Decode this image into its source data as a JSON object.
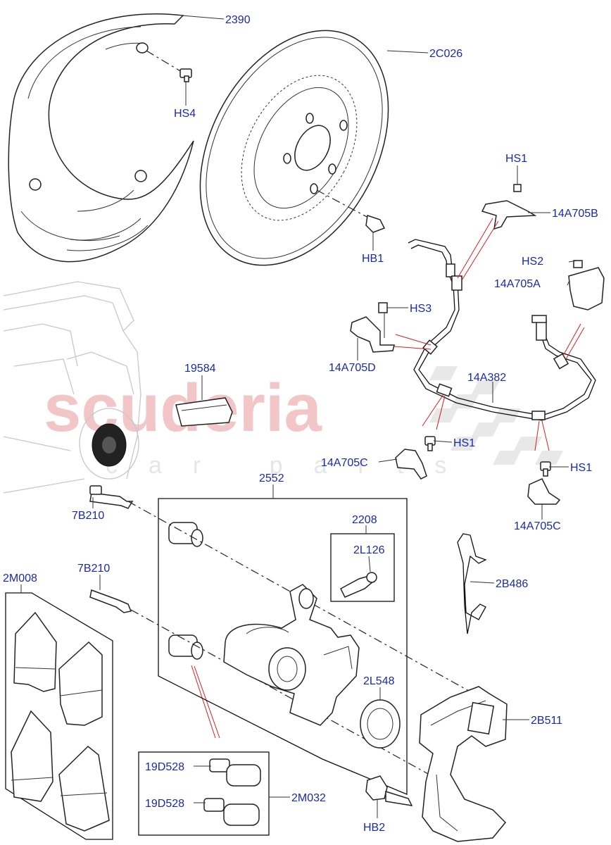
{
  "watermark": {
    "main": "scuderia",
    "sub": "car parts"
  },
  "labels": {
    "p2390": "2390",
    "p2C026": "2C026",
    "HS4": "HS4",
    "HB1": "HB1",
    "HS1_top": "HS1",
    "p14A705B": "14A705B",
    "HS2": "HS2",
    "p14A705A": "14A705A",
    "HS3": "HS3",
    "p14A705D": "14A705D",
    "p19584": "19584",
    "p14A382": "14A382",
    "HS1_mid": "HS1",
    "p14A705C_left": "14A705C",
    "HS1_right": "HS1",
    "p14A705C_right": "14A705C",
    "p2552": "2552",
    "p7B210_top": "7B210",
    "p2208": "2208",
    "p2L126": "2L126",
    "p7B210_bottom": "7B210",
    "p2M008": "2M008",
    "p2B486": "2B486",
    "p2L548": "2L548",
    "p2B511": "2B511",
    "p19D528_a": "19D528",
    "p19D528_b": "19D528",
    "p2M032": "2M032",
    "HB2": "HB2"
  },
  "colors": {
    "label": "#1a2aa8",
    "leader_red": "#d62020",
    "watermark": "#f2c6c6"
  }
}
